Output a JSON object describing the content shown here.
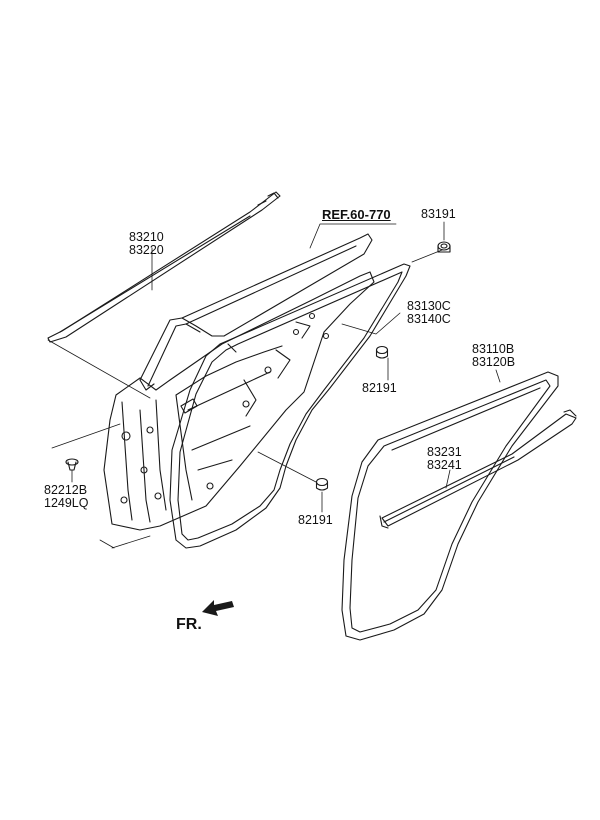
{
  "labels": {
    "weatherstrip_belt_upper": "83210",
    "weatherstrip_belt_lower": "83220",
    "reference": "REF.60-770",
    "plug_top": "83191",
    "body_seal_a": "83130C",
    "body_seal_b": "83140C",
    "plug_mid": "82191",
    "door_seal_a": "83110B",
    "door_seal_b": "83120B",
    "run_channel_a": "83231",
    "run_channel_b": "83241",
    "clip_a": "82212B",
    "clip_b": "1249LQ",
    "plug_low": "82191",
    "front_indicator": "FR."
  },
  "colors": {
    "line": "#1a1a1a",
    "background": "#ffffff"
  }
}
